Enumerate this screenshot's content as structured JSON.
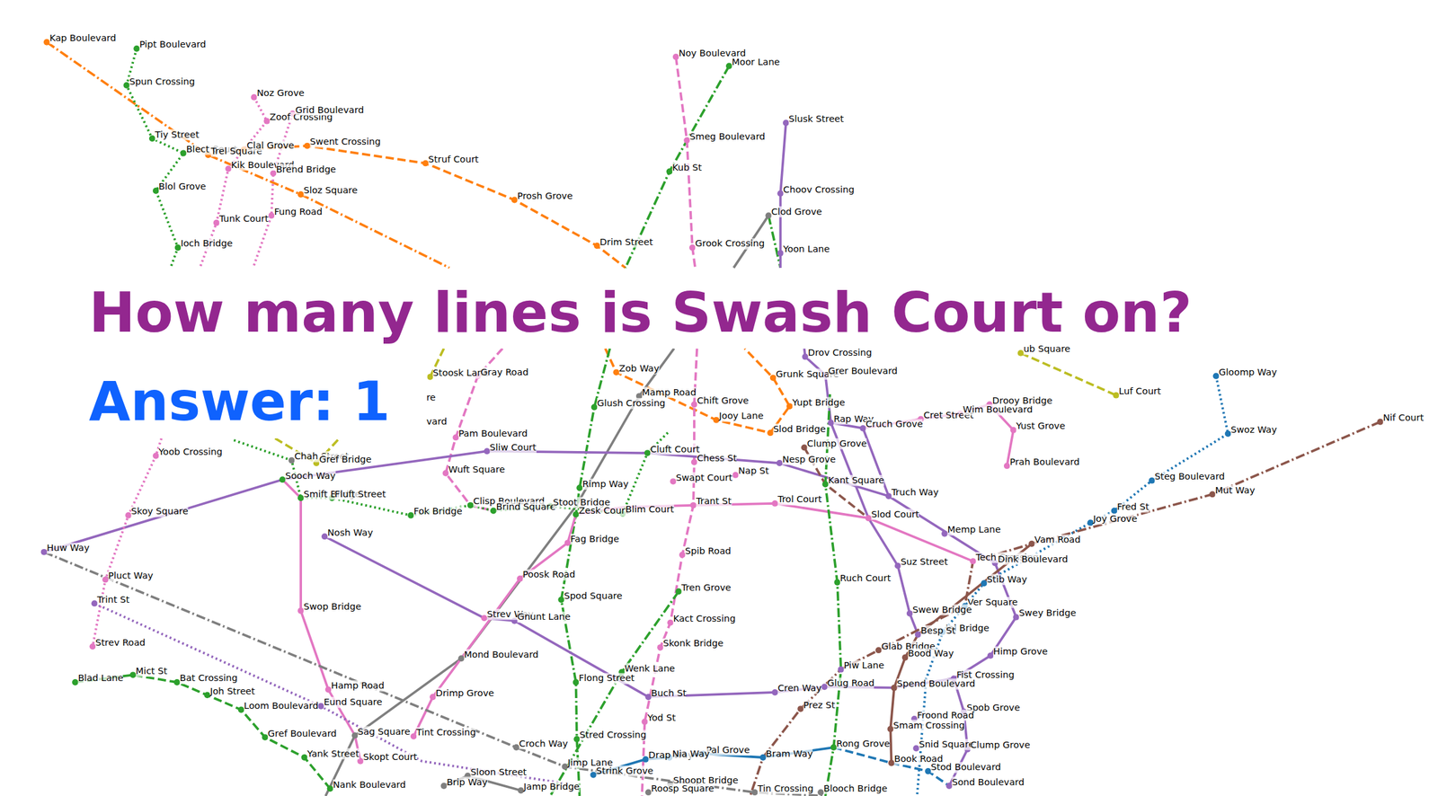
{
  "diagram": {
    "title": "How many lines is Swash Court on?",
    "labels": [
      "Answer: 1",
      "Kap Boulevard",
      "Pipt Boulevard",
      "Spun Crossing",
      "Tiy Street",
      "Blect Court",
      "Trel Square",
      "Clal Grove",
      "Swent Crossing",
      "Noz Grove",
      "Zoof Crossing",
      "Grid Boulevard",
      "Kik Boulevard",
      "Brend Bridge",
      "Sloz Square",
      "Struf Court",
      "Prosh Grove",
      "Drim Street",
      "Blol Grove",
      "Tunk Court",
      "Fung Road",
      "Ioch Bridge",
      "Noy Boulevard",
      "Moor Lane",
      "Smeg Boulevard",
      "Kub St",
      "Grook Crossing",
      "Slusk Street",
      "Choov Crossing",
      "Clod Grove",
      "Yoon Lane",
      "Stoosk Lane",
      "re",
      "vard",
      "Gray Road",
      "Zob Way",
      "Mamp Road",
      "Glush Crossing",
      "Chift Grove",
      "Jooy Lane",
      "Grunk Square",
      "Yupt Bridge",
      "Slod Bridge",
      "Drov Crossing",
      "Grer Boulevard",
      "Rap Way",
      "Cruch Grove",
      "Cret Street",
      "Wim Boulevard",
      "Drooy Bridge",
      "Yust Grove",
      "Prah Boulevard",
      "ub Square",
      "Luf Court",
      "Gloomp Way",
      "Swoz Way",
      "Steg Boulevard",
      "Fred St",
      "Joy Grove",
      "Mut Way",
      "Nif Court",
      "Yoob Crossing",
      "Pam Boulevard",
      "Sliw Court",
      "Cluft Court",
      "Chess St",
      "Nesp Grove",
      "Clump Grove",
      "Chah Street",
      "Gref Bridge",
      "Wuft Square",
      "Swapt Court",
      "Nap St",
      "Kant Square",
      "Truch Way",
      "Sooch Way",
      "Smift Bridge",
      "Fluft Street",
      "Clisp Boulevard",
      "Brind Square",
      "Stoot Bridge",
      "Rimp Way",
      "Zesk Court",
      "Blim Court",
      "Trant St",
      "Trol Court",
      "Slod Court",
      "Fok Bridge",
      "Huw Way",
      "Skoy Square",
      "Nosh Way",
      "Fag Bridge",
      "Memp Lane",
      "Tech Crossing",
      "Dink Boulevard",
      "Vam Road",
      "Suz Street",
      "Spib Road",
      "Ruch Court",
      "Stib Way",
      "Pluct Way",
      "Poosk Road",
      "Tren Grove",
      "Spod Square",
      "Trint St",
      "Ver Square",
      "Swew Bridge",
      "Swey Bridge",
      "Swop Bridge",
      "Strev Way",
      "Gnunt Lane",
      "Kact Crossing",
      "Ial Bridge",
      "Besp St",
      "Strev Road",
      "Skonk Bridge",
      "Glab Bridge",
      "Himp Grove",
      "Mond Boulevard",
      "Bood Way",
      "Piw Lane",
      "Wenk Lane",
      "Fist Crossing",
      "Flong Street",
      "Blad Lane",
      "Mict St",
      "Bat Crossing",
      "Hamp Road",
      "Spend Boulevard",
      "Cren Way",
      "Glug Road",
      "Joh Street",
      "Buch St",
      "Drimp Grove",
      "Eund Square",
      "Prez St",
      "Loom Boulevard",
      "Spob Grove",
      "Froond Road",
      "Yod St",
      "Smam Crossing",
      "Sag Square",
      "Tint Crossing",
      "Gref Boulevard",
      "Stred Crossing",
      "Croch Way",
      "Rong Grove",
      "Snid Square",
      "Clump Grove",
      "Pal Grove",
      "Bram Way",
      "Yank Street",
      "Drap Way",
      "Nia Way",
      "Skopt Court",
      "Book Road",
      "Jimp Lane",
      "Strink Grove",
      "Stod Boulevard",
      "Sloon Street",
      "Shoopt Bridge",
      "Brip Way",
      "Sond Boulevard",
      "Nank Boulevard",
      "Jamp Bridge",
      "Roosp Square",
      "Tin Crossing",
      "Blooch Bridge"
    ]
  }
}
